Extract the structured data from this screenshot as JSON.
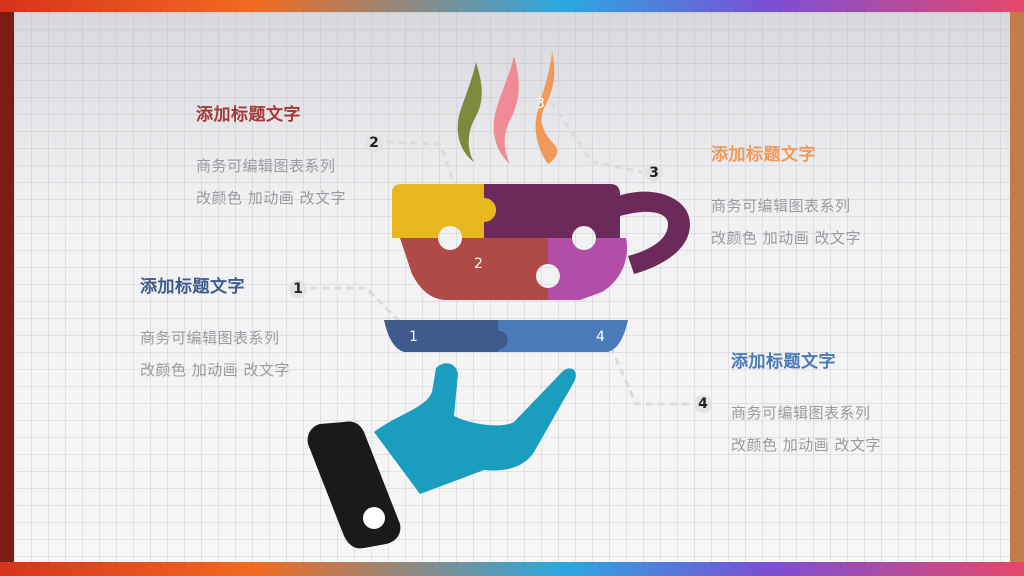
{
  "colors": {
    "steam_left": "#7b8a3c",
    "steam_mid": "#f08a95",
    "steam_right": "#f09a5a",
    "cup_top_left": "#e6b81e",
    "cup_top_right": "#6b2a5a",
    "cup_bottom_left": "#b04a46",
    "cup_bottom_right": "#b34ea8",
    "saucer_left": "#3f5b8e",
    "saucer_right": "#4a7ab8",
    "hand": "#1b9dbf",
    "sleeve": "#1a1a1a",
    "title_1": "#3f5b8e",
    "title_2": "#a23a3a",
    "title_3": "#f09a5a",
    "title_4": "#4a7ab8"
  },
  "items": [
    {
      "number": "1",
      "title": "添加标题文字",
      "line1": "商务可编辑图表系列",
      "line2": "改颜色 加动画 改文字"
    },
    {
      "number": "2",
      "title": "添加标题文字",
      "line1": "商务可编辑图表系列",
      "line2": "改颜色 加动画 改文字"
    },
    {
      "number": "3",
      "title": "添加标题文字",
      "line1": "商务可编辑图表系列",
      "line2": "改颜色 加动画 改文字"
    },
    {
      "number": "4",
      "title": "添加标题文字",
      "line1": "商务可编辑图表系列",
      "line2": "改颜色 加动画 改文字"
    }
  ]
}
